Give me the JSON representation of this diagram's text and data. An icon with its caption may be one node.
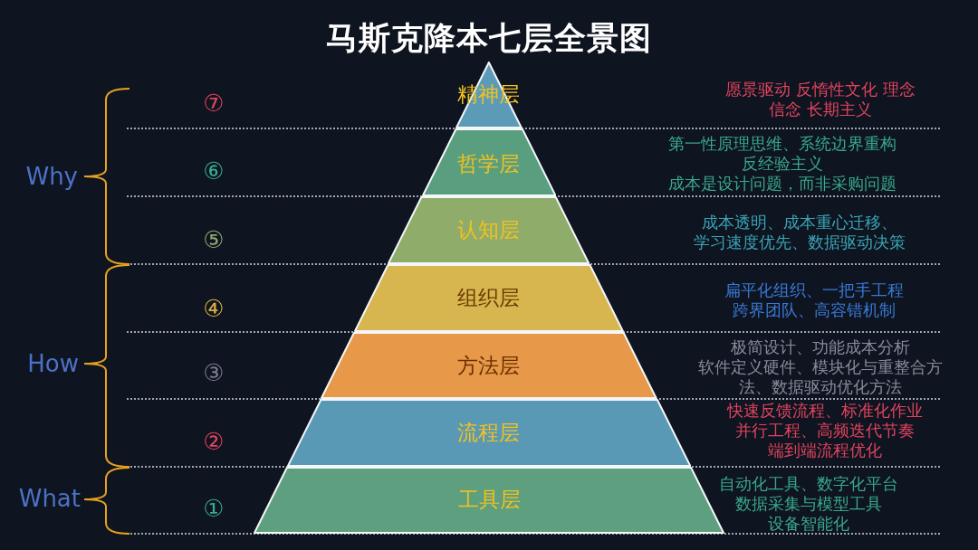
{
  "diagram": {
    "title": "马斯克降本七层全景图",
    "nodes": [
      {
        "text": [
          "精神层"
        ]
      },
      {
        "text": [
          "哲学层"
        ]
      },
      {
        "text": [
          "认知层"
        ]
      },
      {
        "text": [
          "组织层"
        ]
      },
      {
        "text": [
          "方法层"
        ]
      },
      {
        "text": [
          "流程层"
        ]
      },
      {
        "text": [
          "工具层"
        ]
      }
    ],
    "labels": [
      "⑦",
      "愿景驱动 反惰性文化 理念信念 长期主义",
      "Why",
      "⑥",
      "第一性原理思维、系统边界重构反经验主义成本是设计问题，而非采购问题",
      "⑤",
      "成本透明、成本重心迁移、学习速度优先、数据驱动决策",
      "④",
      "扁平化组织、一把手工程跨界团队、高容错机制",
      "How",
      "③",
      "极简设计、功能成本分析软件定义硬件、模块化与重整合方法、数据驱动优化方法",
      "②",
      "快速反馈流程、标准化作业并行工程、高频迭代节奏端到端流程优化",
      "What",
      "①",
      "自动化工具、数字化平台数据采集与模型工具设备智能化"
    ]
  }
}
